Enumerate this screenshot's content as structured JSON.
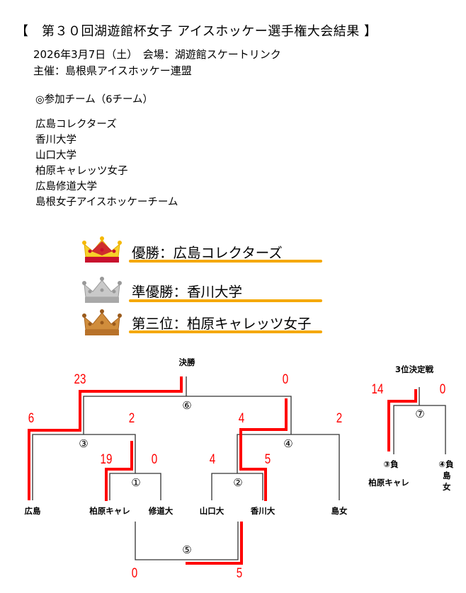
{
  "header": {
    "title": "【　第３０回湖遊館杯女子 アイスホッケー選手権大会結果 】",
    "date_venue": "2026年3月7日（土）　会場：湖遊館スケートリンク",
    "organizer": "主催：島根県アイスホッケー連盟"
  },
  "teams_heading": "◎参加チーム（6チーム）",
  "teams": [
    "広島コレクターズ",
    "香川大学",
    "山口大学",
    "柏原キャレッツ女子",
    "広島修道大学",
    "島根女子アイスホッケーチーム"
  ],
  "awards": [
    {
      "text": "優勝：広島コレクターズ",
      "crown": "gold-crown-icon",
      "color": "#f5c400"
    },
    {
      "text": "準優勝：香川大学",
      "crown": "silver-crown-icon",
      "color": "#c0c0c0"
    },
    {
      "text": "第三位：柏原キャレッツ女子",
      "crown": "bronze-crown-icon",
      "color": "#c9822f"
    }
  ],
  "bracket": {
    "final_label": "決勝",
    "third_label": "3位決定戦",
    "leaves": [
      "広島",
      "柏原キャレ",
      "修道大",
      "山口大",
      "香川大",
      "島女"
    ],
    "matches": {
      "m1": {
        "label": "①",
        "scores": [
          "19",
          "0"
        ]
      },
      "m2": {
        "label": "②",
        "scores": [
          "4",
          "5"
        ]
      },
      "m3": {
        "label": "③",
        "scores": [
          "6",
          "2"
        ]
      },
      "m4": {
        "label": "④",
        "scores": [
          "4",
          "2"
        ]
      },
      "m5": {
        "label": "⑤",
        "scores": [
          "0",
          "5"
        ]
      },
      "m6": {
        "label": "⑥",
        "scores": [
          "23",
          "0"
        ]
      },
      "m7": {
        "label": "⑦",
        "scores": [
          "14",
          "0"
        ]
      }
    },
    "third_slots": [
      "③負",
      "④負"
    ],
    "third_teams": [
      "柏原キャレ",
      "島女"
    ]
  },
  "colors": {
    "winner_line": "#ff0000",
    "underline": "#f5a800"
  }
}
